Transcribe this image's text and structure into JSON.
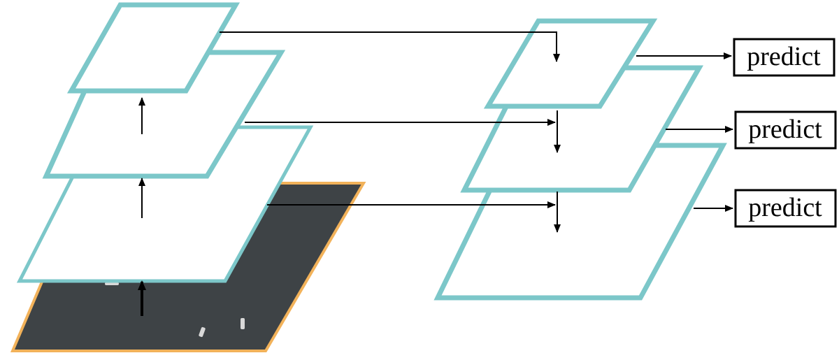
{
  "predict_labels": [
    "predict",
    "predict",
    "predict"
  ],
  "colors": {
    "feature_map_stroke": "#7cc7c9",
    "image_fill": "#3e4346",
    "image_border": "#f2b25a",
    "arrow": "#000000"
  }
}
